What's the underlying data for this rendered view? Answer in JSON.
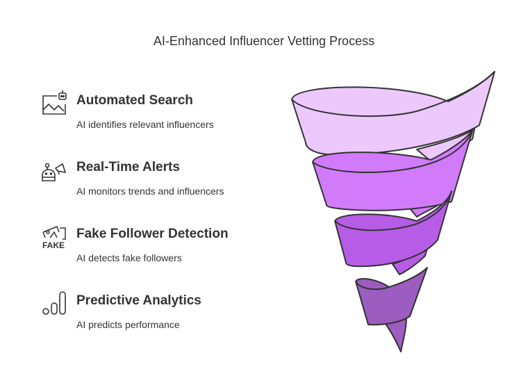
{
  "title": "AI-Enhanced Influencer Vetting Process",
  "steps": [
    {
      "heading": "Automated Search",
      "description": "AI identifies relevant influencers",
      "icon": "image-robot-icon"
    },
    {
      "heading": "Real-Time Alerts",
      "description": "AI monitors trends and influencers",
      "icon": "robot-megaphone-icon"
    },
    {
      "heading": "Fake Follower Detection",
      "description": "AI detects fake followers",
      "icon": "fake-image-icon",
      "icon_text": "FAKE"
    },
    {
      "heading": "Predictive Analytics",
      "description": "AI predicts performance",
      "icon": "signal-bars-icon"
    }
  ],
  "colors": {
    "band1": "#ecc8fd",
    "band2": "#d17bfb",
    "band3": "#b65ce6",
    "band4": "#9d5cbf"
  }
}
